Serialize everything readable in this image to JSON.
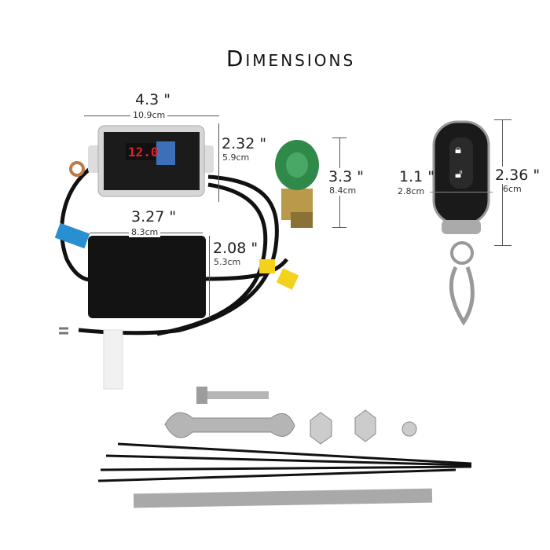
{
  "title": "Dimensions",
  "controller": {
    "display": "12.0",
    "width_in": "4.3 \"",
    "width_cm": "10.9cm",
    "height_in": "2.32 \"",
    "height_cm": "5.9cm"
  },
  "black_box": {
    "width_in": "3.27 \"",
    "width_cm": "8.3cm",
    "height_in": "2.08 \"",
    "height_cm": "5.3cm"
  },
  "battery_switch": {
    "height_in": "3.3 \"",
    "height_cm": "8.4cm"
  },
  "remote": {
    "width_in": "1.1 \"",
    "width_cm": "2.8cm",
    "height_in": "2.36 \"",
    "height_cm": "6cm",
    "buttons": [
      "lock-icon",
      "unlock-icon"
    ]
  },
  "colors": {
    "display_red": "#e0202a",
    "knob_green": "#2f8a4a",
    "brass": "#b89a4a",
    "tie_yellow": "#f2d21a",
    "tape_blue": "#2a8fd0"
  }
}
